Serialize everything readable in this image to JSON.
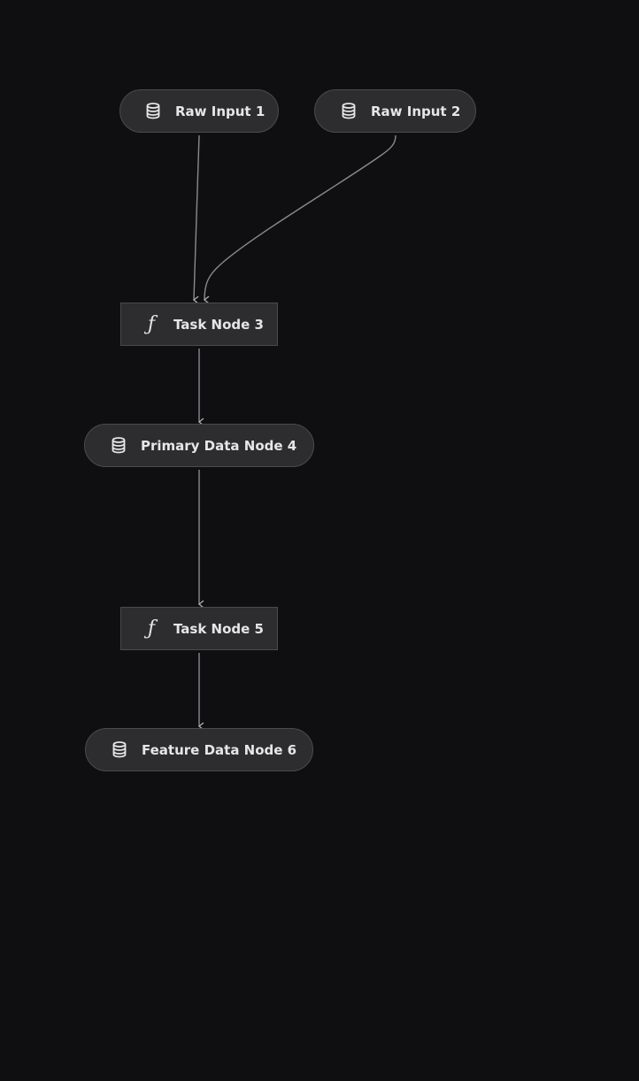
{
  "colors": {
    "background": "#0f0f11",
    "node_fill": "#2d2d30",
    "node_border": "#4a4a4e",
    "edge": "#8a8a8e",
    "text": "#e6e6e6"
  },
  "nodes": [
    {
      "id": "raw-input-1",
      "label": "Raw Input 1",
      "kind": "data",
      "icon": "database-icon"
    },
    {
      "id": "raw-input-2",
      "label": "Raw Input 2",
      "kind": "data",
      "icon": "database-icon"
    },
    {
      "id": "task-node-3",
      "label": "Task Node 3",
      "kind": "task",
      "icon": "function-icon",
      "icon_glyph": "ƒ"
    },
    {
      "id": "primary-data-node-4",
      "label": "Primary Data Node 4",
      "kind": "data",
      "icon": "database-icon"
    },
    {
      "id": "task-node-5",
      "label": "Task Node 5",
      "kind": "task",
      "icon": "function-icon",
      "icon_glyph": "ƒ"
    },
    {
      "id": "feature-data-node-6",
      "label": "Feature Data Node 6",
      "kind": "data",
      "icon": "database-icon"
    }
  ],
  "edges": [
    {
      "from": "raw-input-1",
      "to": "task-node-3"
    },
    {
      "from": "raw-input-2",
      "to": "task-node-3"
    },
    {
      "from": "task-node-3",
      "to": "primary-data-node-4"
    },
    {
      "from": "primary-data-node-4",
      "to": "task-node-5"
    },
    {
      "from": "task-node-5",
      "to": "feature-data-node-6"
    }
  ]
}
